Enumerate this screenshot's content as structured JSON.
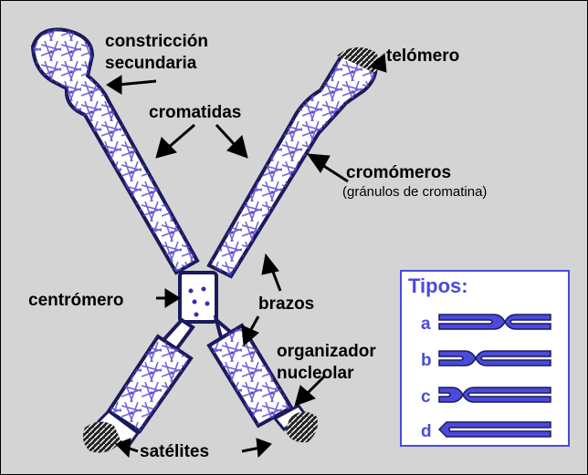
{
  "labels": {
    "constriccion": "constricción",
    "secundaria": "secundaria",
    "telomero": "telómero",
    "cromatidas": "cromatidas",
    "cromomeros": "cromómeros",
    "granulos": "(gránulos de cromatina)",
    "centromero": "centrómero",
    "brazos": "brazos",
    "organizador": "organizador",
    "nucleolar": "nucleolar",
    "satelites": "satélites"
  },
  "tipos": {
    "title": "Tipos:",
    "letters": [
      "a",
      "b",
      "c",
      "d"
    ]
  },
  "colors": {
    "background": "#d4d4d4",
    "chromatid_fill": "#ffffff",
    "chromatid_outline": "#1a1a5c",
    "chromatin_fiber": "#5a4ad0",
    "telomere_fill": "#222222",
    "tipos_accent": "#4a4adc"
  }
}
